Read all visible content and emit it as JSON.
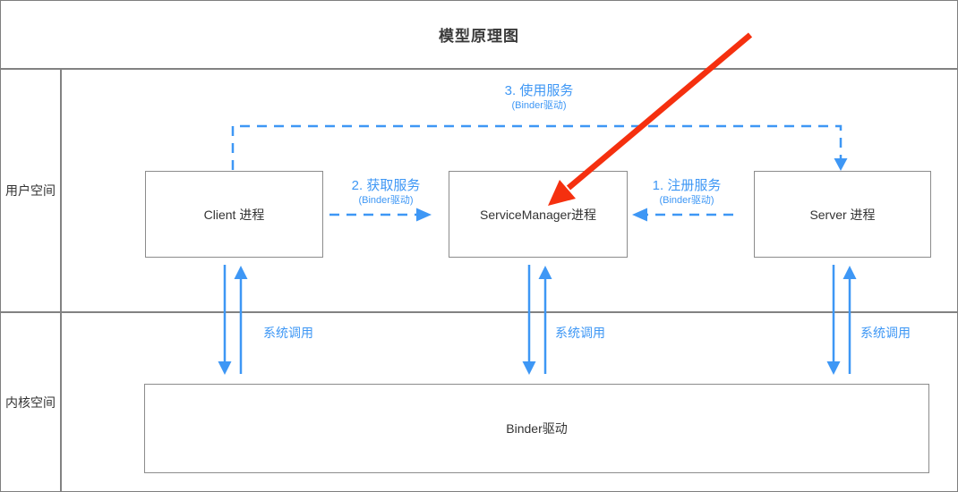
{
  "title": "模型原理图",
  "rows": {
    "user_space": "用户空间",
    "kernel_space": "内核空间"
  },
  "boxes": {
    "client": "Client 进程",
    "service_manager": "ServiceManager进程",
    "server": "Server 进程",
    "binder_driver": "Binder驱动"
  },
  "arrows": {
    "use_service": {
      "label": "3. 使用服务",
      "sublabel": "(Binder驱动)"
    },
    "get_service": {
      "label": "2. 获取服务",
      "sublabel": "(Binder驱动)"
    },
    "register_service": {
      "label": "1. 注册服务",
      "sublabel": "(Binder驱动)"
    },
    "syscall_label": "系统调用"
  },
  "colors": {
    "accent_blue": "#3E97F5",
    "annotation_red": "#F5300F",
    "grid_gray": "#828282",
    "box_border_gray": "#8c8c8c",
    "text_dark": "#333333"
  }
}
